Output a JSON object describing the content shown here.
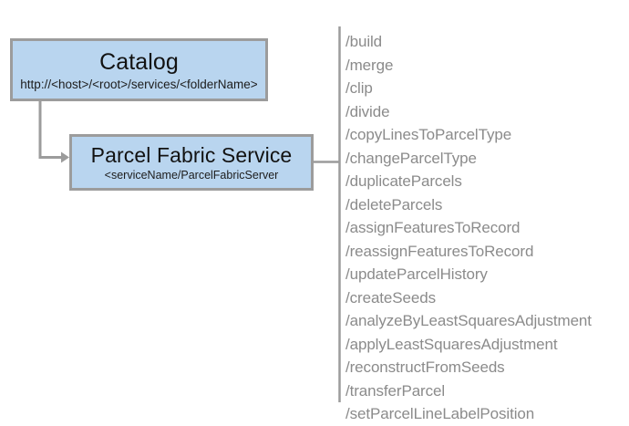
{
  "diagram": {
    "title": "Parcel Fabric Service REST endpoint diagram",
    "colors": {
      "node_fill": "#b9d5ef",
      "node_border": "#9c9c9c",
      "connector": "#9c9c9c",
      "divider": "#9c9c9c",
      "list_text": "#8b8b8b",
      "node_text": "#121212",
      "background": "#ffffff"
    },
    "nodes": [
      {
        "id": "catalog",
        "title": "Catalog",
        "subtitle": "http://<host>/<root>/services/<folderName>"
      },
      {
        "id": "parcel-fabric-service",
        "title": "Parcel Fabric Service",
        "subtitle": "<serviceName/ParcelFabricServer"
      }
    ],
    "connectors": [
      {
        "id": "catalog-to-parcel",
        "from": "catalog",
        "to": "parcel-fabric-service",
        "style": "elbow-with-arrow"
      },
      {
        "id": "parcel-to-operations",
        "from": "parcel-fabric-service",
        "to": "operations-divider",
        "style": "straight"
      }
    ],
    "operations": [
      "/build",
      "/merge",
      "/clip",
      "/divide",
      "/copyLinesToParcelType",
      "/changeParcelType",
      "/duplicateParcels",
      "/deleteParcels",
      "/assignFeaturesToRecord",
      "/reassignFeaturesToRecord",
      "/updateParcelHistory",
      "/createSeeds",
      "/analyzeByLeastSquaresAdjustment",
      "/applyLeastSquaresAdjustment",
      "/reconstructFromSeeds",
      "/transferParcel",
      "/setParcelLineLabelPosition"
    ]
  }
}
